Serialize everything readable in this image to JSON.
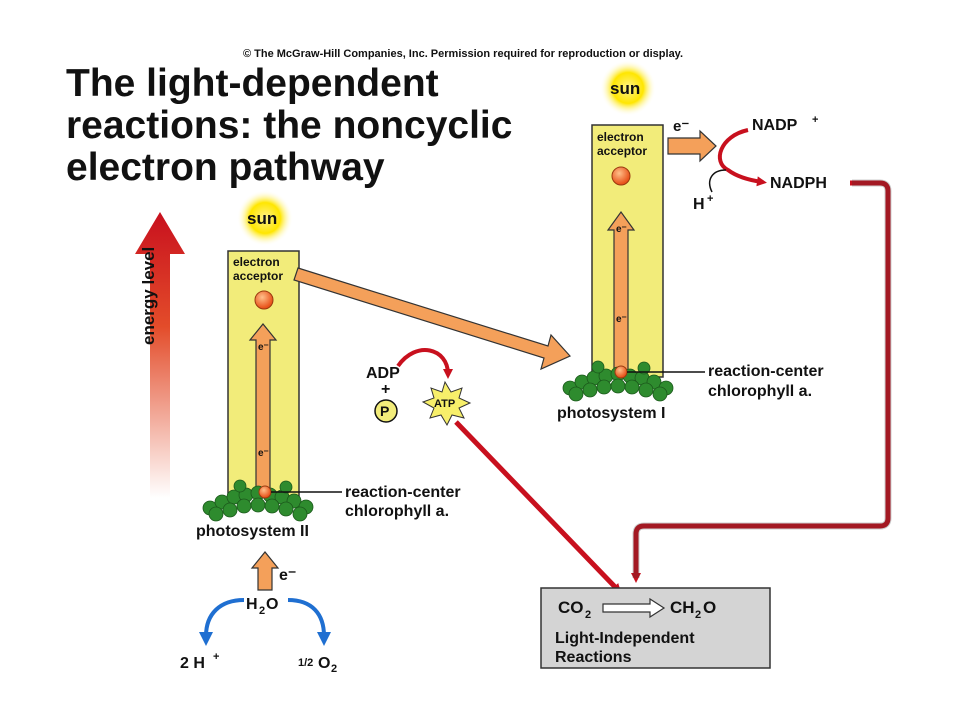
{
  "copyright": "© The McGraw-Hill Companies, Inc. Permission required for reproduction or display.",
  "title": {
    "line1": "The light-dependent",
    "line2": "reactions: the noncyclic",
    "line3": "electron pathway"
  },
  "energy_level": "energy level",
  "photosystem2": {
    "sun": "sun",
    "acceptor_line1": "electron",
    "acceptor_line2": "acceptor",
    "electron_top": "e⁻",
    "electron_bottom": "e⁻",
    "reaction_center_line1": "reaction-center",
    "reaction_center_line2": "chlorophyll a.",
    "name": "photosystem II"
  },
  "photosystem1": {
    "sun": "sun",
    "acceptor_line1": "electron",
    "acceptor_line2": "acceptor",
    "electron_top": "e⁻",
    "electron_bottom": "e⁻",
    "reaction_center_line1": "reaction-center",
    "reaction_center_line2": "chlorophyll a.",
    "name": "photosystem I"
  },
  "atp_synthesis": {
    "adp": "ADP",
    "plus": "+",
    "p": "P",
    "atp": "ATP"
  },
  "nadp": {
    "electron": "e⁻",
    "nadp_plus": "NADP",
    "nadp_plus_sup": "+",
    "nadph": "NADPH",
    "h": "H",
    "h_sup": "+"
  },
  "water_split": {
    "electron": "e⁻",
    "h2o": "H",
    "h2o_sub": "2",
    "h2o_o": "O",
    "two_h": "2 H",
    "two_h_sup": "+",
    "half_o2_frac": "1/2",
    "half_o2": "O",
    "half_o2_sub": "2"
  },
  "light_independent": {
    "co2": "CO",
    "co2_sub": "2",
    "ch2o_a": "CH",
    "ch2o_sub": "2",
    "ch2o_b": "O",
    "line1": "Light-Independent",
    "line2": "Reactions"
  },
  "colors": {
    "column_yellow": "#f2ec7a",
    "arrow_orange": "#f4a05a",
    "red_arrow": "#c8101e",
    "blue_arrow": "#1f6fd1",
    "chlorophyll_green": "#2e8b2e",
    "box_gray": "#d4d4d4"
  }
}
